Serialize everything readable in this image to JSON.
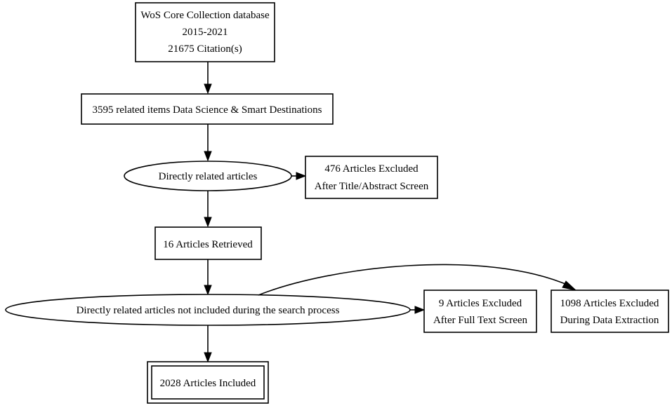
{
  "colors": {
    "stroke": "#000000",
    "background": "#ffffff"
  },
  "nodes": {
    "source": {
      "lines": [
        "WoS Core Collection database",
        "2015-2021",
        "21675  Citation(s)"
      ]
    },
    "related_items": {
      "label": "3595 related items Data Science & Smart Destinations"
    },
    "directly_related": {
      "label": "Directly related articles"
    },
    "excluded_title_abstract": {
      "lines": [
        "476 Articles Excluded",
        "After Title/Abstract Screen"
      ]
    },
    "retrieved": {
      "label": "16 Articles Retrieved"
    },
    "not_included": {
      "label": "Directly related articles not included during the search process"
    },
    "excluded_full_text": {
      "lines": [
        "9 Articles Excluded",
        "After Full Text Screen"
      ]
    },
    "excluded_data_extraction": {
      "lines": [
        "1098 Articles Excluded",
        "During Data Extraction"
      ]
    },
    "included": {
      "label": "2028 Articles Included"
    }
  }
}
